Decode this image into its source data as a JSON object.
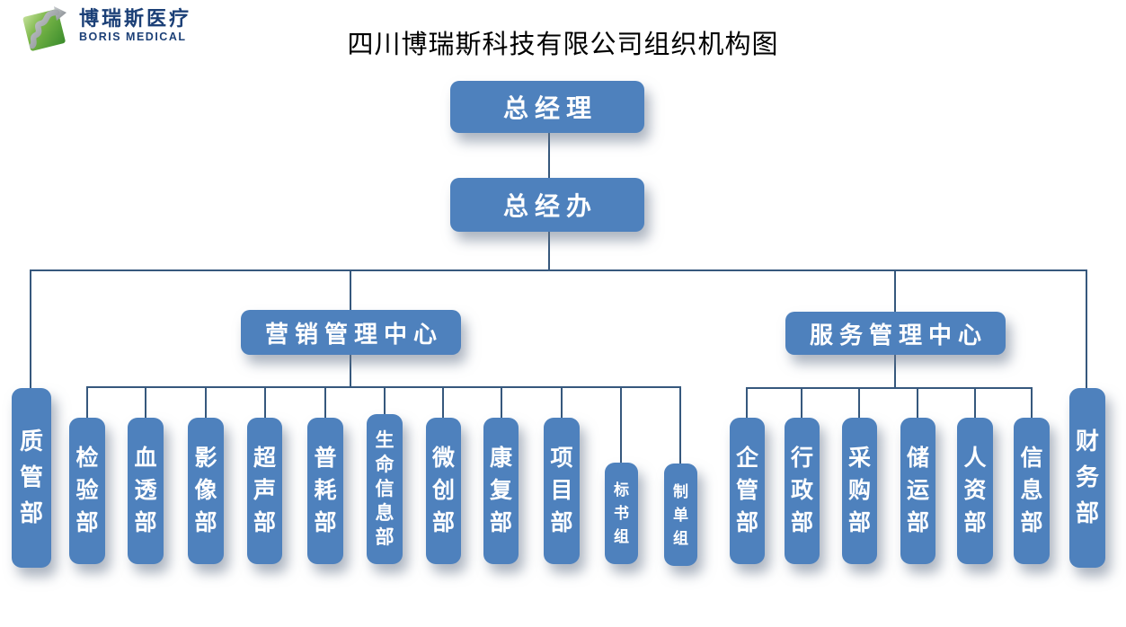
{
  "logo": {
    "brand_cn": "博瑞斯医疗",
    "brand_en": "BORIS MEDICAL",
    "icon": "boris-diamond-logo",
    "brand_color": "#1c4077",
    "icon_green_light": "#b9da8c",
    "icon_green_dark": "#3f8f2e",
    "icon_gray": "#95999e"
  },
  "title": "四川博瑞斯科技有限公司组织机构图",
  "colors": {
    "node_fill": "#4e81bd",
    "node_text": "#ffffff",
    "connector": "#36587d"
  },
  "org": {
    "nodes": [
      {
        "id": "general-manager",
        "label": "总经理",
        "parent": null
      },
      {
        "id": "gm-office",
        "label": "总经办",
        "parent": "general-manager"
      },
      {
        "id": "quality-dept",
        "label": "质管部",
        "parent": "gm-office"
      },
      {
        "id": "marketing-center",
        "label": "营销管理中心",
        "parent": "gm-office"
      },
      {
        "id": "service-center",
        "label": "服务管理中心",
        "parent": "gm-office"
      },
      {
        "id": "finance-dept",
        "label": "财务部",
        "parent": "gm-office"
      },
      {
        "id": "testing-dept",
        "label": "检验部",
        "parent": "marketing-center"
      },
      {
        "id": "hemodialysis-dept",
        "label": "血透部",
        "parent": "marketing-center"
      },
      {
        "id": "imaging-dept",
        "label": "影像部",
        "parent": "marketing-center"
      },
      {
        "id": "ultrasound-dept",
        "label": "超声部",
        "parent": "marketing-center"
      },
      {
        "id": "consumables-dept",
        "label": "普耗部",
        "parent": "marketing-center"
      },
      {
        "id": "life-info-dept",
        "label": "生命信息部",
        "parent": "marketing-center"
      },
      {
        "id": "minimally-invasive-dept",
        "label": "微创部",
        "parent": "marketing-center"
      },
      {
        "id": "rehab-dept",
        "label": "康复部",
        "parent": "marketing-center"
      },
      {
        "id": "project-dept",
        "label": "项目部",
        "parent": "marketing-center"
      },
      {
        "id": "bid-doc-group",
        "label": "标书组",
        "parent": "marketing-center"
      },
      {
        "id": "order-group",
        "label": "制单组",
        "parent": "marketing-center"
      },
      {
        "id": "enterprise-mgmt-dept",
        "label": "企管部",
        "parent": "service-center"
      },
      {
        "id": "admin-dept",
        "label": "行政部",
        "parent": "service-center"
      },
      {
        "id": "procurement-dept",
        "label": "采购部",
        "parent": "service-center"
      },
      {
        "id": "storage-transport-dept",
        "label": "储运部",
        "parent": "service-center"
      },
      {
        "id": "hr-dept",
        "label": "人资部",
        "parent": "service-center"
      },
      {
        "id": "info-dept",
        "label": "信息部",
        "parent": "service-center"
      }
    ]
  }
}
